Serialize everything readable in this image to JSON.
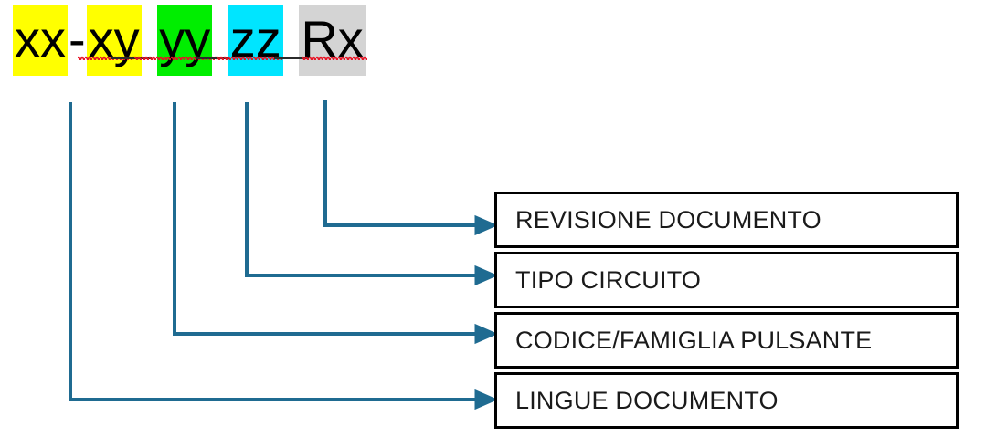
{
  "code_string": {
    "name": "document-code-pattern",
    "segments": [
      {
        "text": "xx",
        "highlight": "#ffff00",
        "highlighted": true
      },
      {
        "text": "-",
        "highlight": "none",
        "highlighted": false
      },
      {
        "text": "xy",
        "highlight": "#ffff00",
        "highlighted": true
      },
      {
        "text": " ",
        "highlight": "none",
        "highlighted": false
      },
      {
        "text": "yy",
        "highlight": "#00ee00",
        "highlighted": true
      },
      {
        "text": " ",
        "highlight": "none",
        "highlighted": false
      },
      {
        "text": "zz",
        "highlight": "#00e5ff",
        "highlighted": true
      },
      {
        "text": " ",
        "highlight": "none",
        "highlighted": false
      },
      {
        "text": "Rx",
        "highlight": "#d4d4d4",
        "highlighted": true
      }
    ],
    "full_text": "xx-xy yy zz Rx",
    "spellcheck_underline_color": "#e81123"
  },
  "legend": {
    "boxes": [
      {
        "label": "REVISIONE DOCUMENTO",
        "source_segment": "Rx"
      },
      {
        "label": "TIPO CIRCUITO",
        "source_segment": "zz"
      },
      {
        "label": "CODICE/FAMIGLIA PULSANTE",
        "source_segment": "yy"
      },
      {
        "label": "LINGUE DOCUMENTO",
        "source_segment": "xx-xy"
      }
    ]
  },
  "style": {
    "connector_color": "#1f6b91",
    "box_border_color": "#000000",
    "text_color": "#1a1a1a",
    "background": "#ffffff"
  }
}
